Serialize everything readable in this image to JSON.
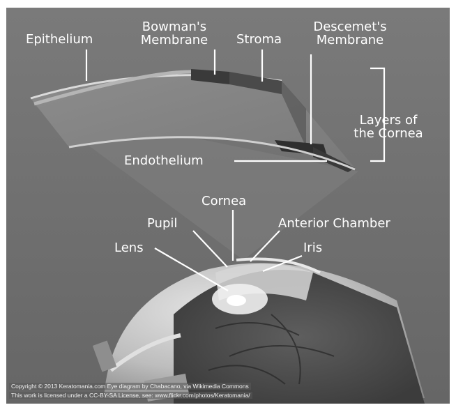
{
  "labels": {
    "epithelium": "Epithelium",
    "bowmans_line1": "Bowman's",
    "bowmans_line2": "Membrane",
    "stroma": "Stroma",
    "descemets_line1": "Descemet's",
    "descemets_line2": "Membrane",
    "layers_line1": "Layers of",
    "layers_line2": "the Cornea",
    "endothelium": "Endothelium",
    "cornea": "Cornea",
    "pupil": "Pupil",
    "anterior_chamber": "Anterior Chamber",
    "lens": "Lens",
    "iris": "Iris"
  },
  "credits": {
    "line1": "Copyright © 2013 Keratomania.com Eye diagram by Chabacano, via Wikimedia Commons",
    "line2": "This work is licensed under a CC-BY-SA License, see: www.flickr.com/photos/Keratomania/"
  },
  "colors": {
    "background": "#6f6f6f",
    "labels": "#ffffff"
  }
}
